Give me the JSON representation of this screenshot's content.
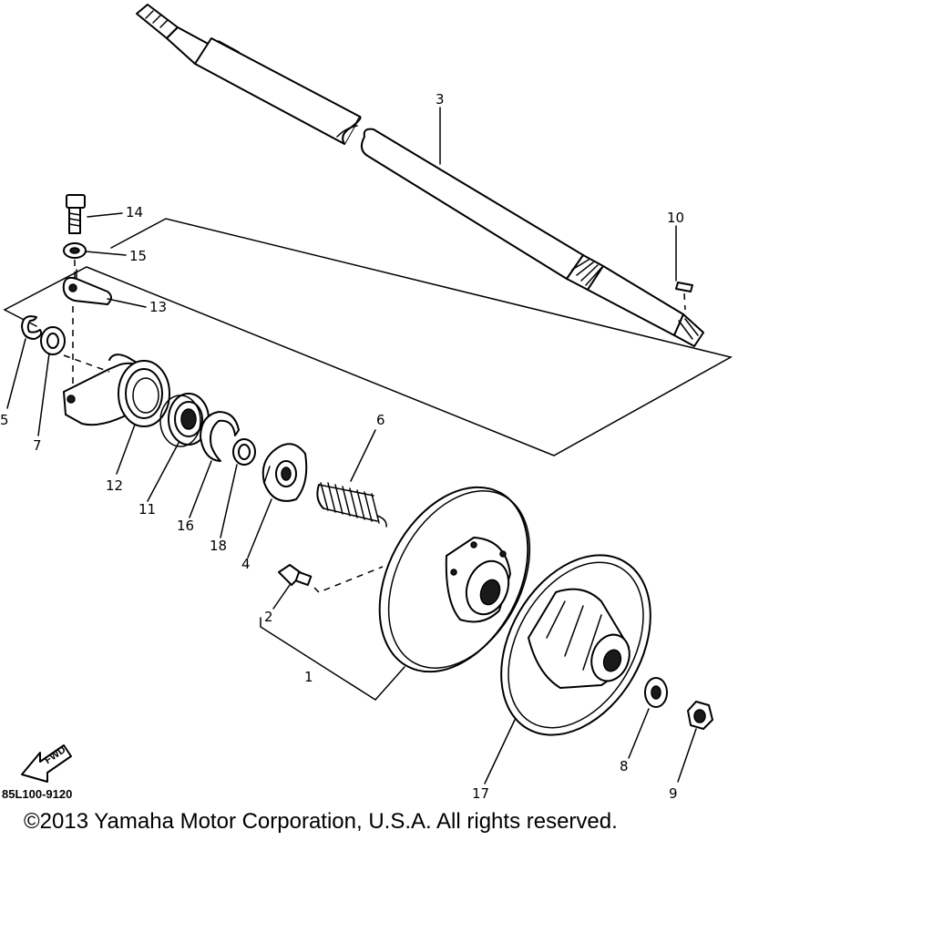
{
  "diagram_code": "85L100-9120",
  "copyright": "©2013 Yamaha Motor Corporation, U.S.A. All rights reserved.",
  "direction_label": "FWD",
  "callouts": {
    "c1": "1",
    "c2": "2",
    "c3": "3",
    "c4": "4",
    "c5": "5",
    "c6": "6",
    "c7": "7",
    "c8": "8",
    "c9": "9",
    "c10": "10",
    "c11": "11",
    "c12": "12",
    "c13": "13",
    "c14": "14",
    "c15": "15",
    "c16": "16",
    "c17": "17",
    "c18": "18"
  },
  "colors": {
    "line": "#000000",
    "background": "#ffffff"
  }
}
